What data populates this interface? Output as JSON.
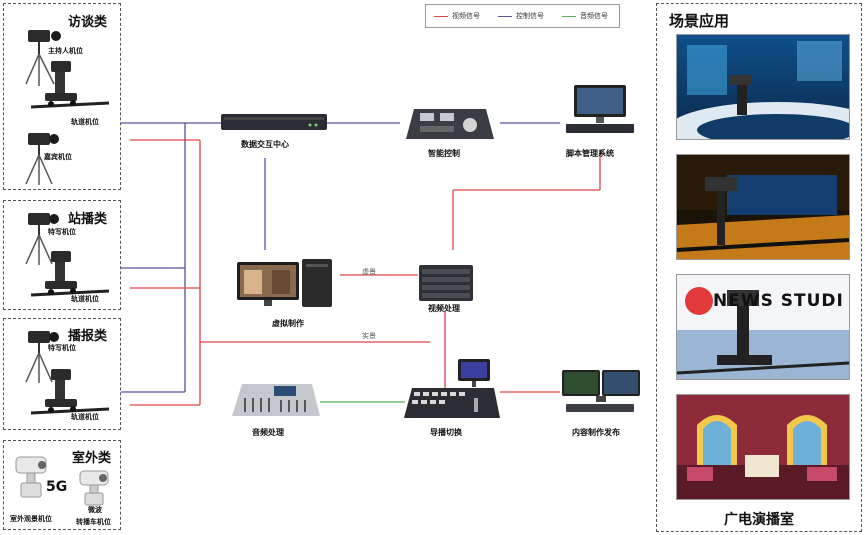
{
  "legend": {
    "items": [
      {
        "label": "视频信号",
        "color": "#e04545"
      },
      {
        "label": "控制信号",
        "color": "#5a4fa0"
      },
      {
        "label": "音频信号",
        "color": "#58b058"
      }
    ]
  },
  "groups": {
    "interview": {
      "title": "访谈类",
      "cams": [
        "主持人机位",
        "轨道机位",
        "嘉宾机位"
      ]
    },
    "station": {
      "title": "站播类",
      "cams": [
        "特写机位",
        "轨道机位"
      ]
    },
    "broadcast": {
      "title": "播报类",
      "cams": [
        "特写机位",
        "轨道机位"
      ]
    },
    "outdoor": {
      "title": "室外类",
      "badge": "5G",
      "cams": [
        "室外观景机位",
        "微波",
        "转播车机位"
      ]
    }
  },
  "devices": {
    "data_center": "数据交互中心",
    "smart_control": "智能控制",
    "script_mgmt": "脚本管理系统",
    "virtual_prod": "虚拟制作",
    "video_proc": "视频处理",
    "audio_proc": "音频处理",
    "switcher": "导播切换",
    "content_pub": "内容制作发布"
  },
  "edge_labels": {
    "virtual": "虚景",
    "real": "实景"
  },
  "scenes": {
    "title": "场景应用",
    "news_text": "NEWS STUDI",
    "footer": "广电演播室"
  },
  "colors": {
    "video": "#e04545",
    "control": "#5a4fa0",
    "audio": "#58b058"
  }
}
